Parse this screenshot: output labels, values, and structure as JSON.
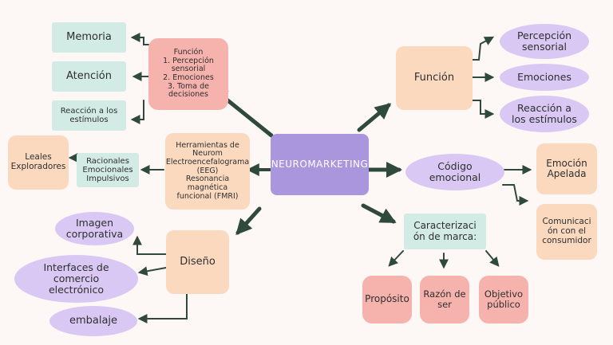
{
  "center": "\"NEUROMARKETING\"",
  "left_top": {
    "function_box": {
      "title": "Función",
      "items": [
        "1. Percepción\nsensorial",
        "2. Emociones",
        "3.  Toma de\ndecisiones"
      ]
    },
    "memoria": "Memoria",
    "atencion": "Atención",
    "reaccion": "Reacción a los\nestímulos"
  },
  "left_middle": {
    "tools": "Herramientas de\nNeurom\nElectroencefalograma\n(EEG)\nResonancia magnética\nfuncional (FMRI)",
    "types": "Racionales\nEmocionales\nImpulsivos",
    "loyal": "Leales\nExploradores"
  },
  "left_bottom": {
    "diseno": "Diseño",
    "imagen": "Imagen\ncorporativa",
    "interfaces": "Interfaces de\ncomercio\nelectrónico",
    "embalaje": "embalaje"
  },
  "right_top": {
    "funcion": "Función",
    "percepcion": "Percepción\nsensorial",
    "emociones": "Emociones",
    "reaccion": "Reacción a\nlos estímulos"
  },
  "right_middle": {
    "codigo": "Código\nemocional",
    "emocion": "Emoción\nApelada",
    "comunicacion": "Comunicaci\nón con el\nconsumidor"
  },
  "right_bottom": {
    "caracterizacion": "Caracterizaci\nón de marca:",
    "proposito": "Propósito",
    "razon": "Razón de\nser",
    "objetivo": "Objetivo\npúblico"
  },
  "colors": {
    "mint": "#d3ebe5",
    "peach": "#fbd9bf",
    "pink": "#f6b2ad",
    "lavender": "#d9c8f3",
    "purple": "#a996dc",
    "arrow": "#2f4a3c"
  }
}
